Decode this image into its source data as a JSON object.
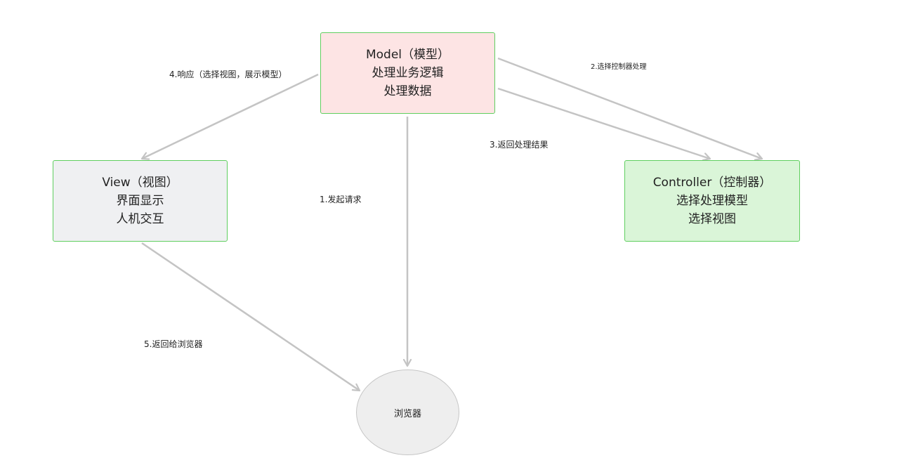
{
  "nodes": {
    "model": {
      "lines": [
        "Model（模型）",
        "处理业务逻辑",
        "处理数据"
      ],
      "fill": "#fde4e4",
      "border": "#5fcf5f"
    },
    "view": {
      "lines": [
        "View（视图）",
        "界面显示",
        "人机交互"
      ],
      "fill": "#eff0f2",
      "border": "#5fcf5f"
    },
    "controller": {
      "lines": [
        "Controller（控制器）",
        "选择处理模型",
        "选择视图"
      ],
      "fill": "#daf5d8",
      "border": "#5fcf5f"
    },
    "browser": {
      "label": "浏览器",
      "fill": "#eeeeee",
      "border": "#c6c6c6"
    }
  },
  "edges": {
    "e1": {
      "label": "1.发起请求",
      "from": "model",
      "to": "browser"
    },
    "e2": {
      "label": "2.选择控制器处理",
      "from": "model",
      "to": "controller"
    },
    "e3": {
      "label": "3.返回处理结果",
      "from": "model",
      "to": "controller"
    },
    "e4": {
      "label": "4.响应（选择视图，展示模型）",
      "from": "model",
      "to": "view"
    },
    "e5": {
      "label": "5.返回给浏览器",
      "from": "view",
      "to": "browser"
    }
  },
  "colors": {
    "edge": "#c4c4c4"
  }
}
